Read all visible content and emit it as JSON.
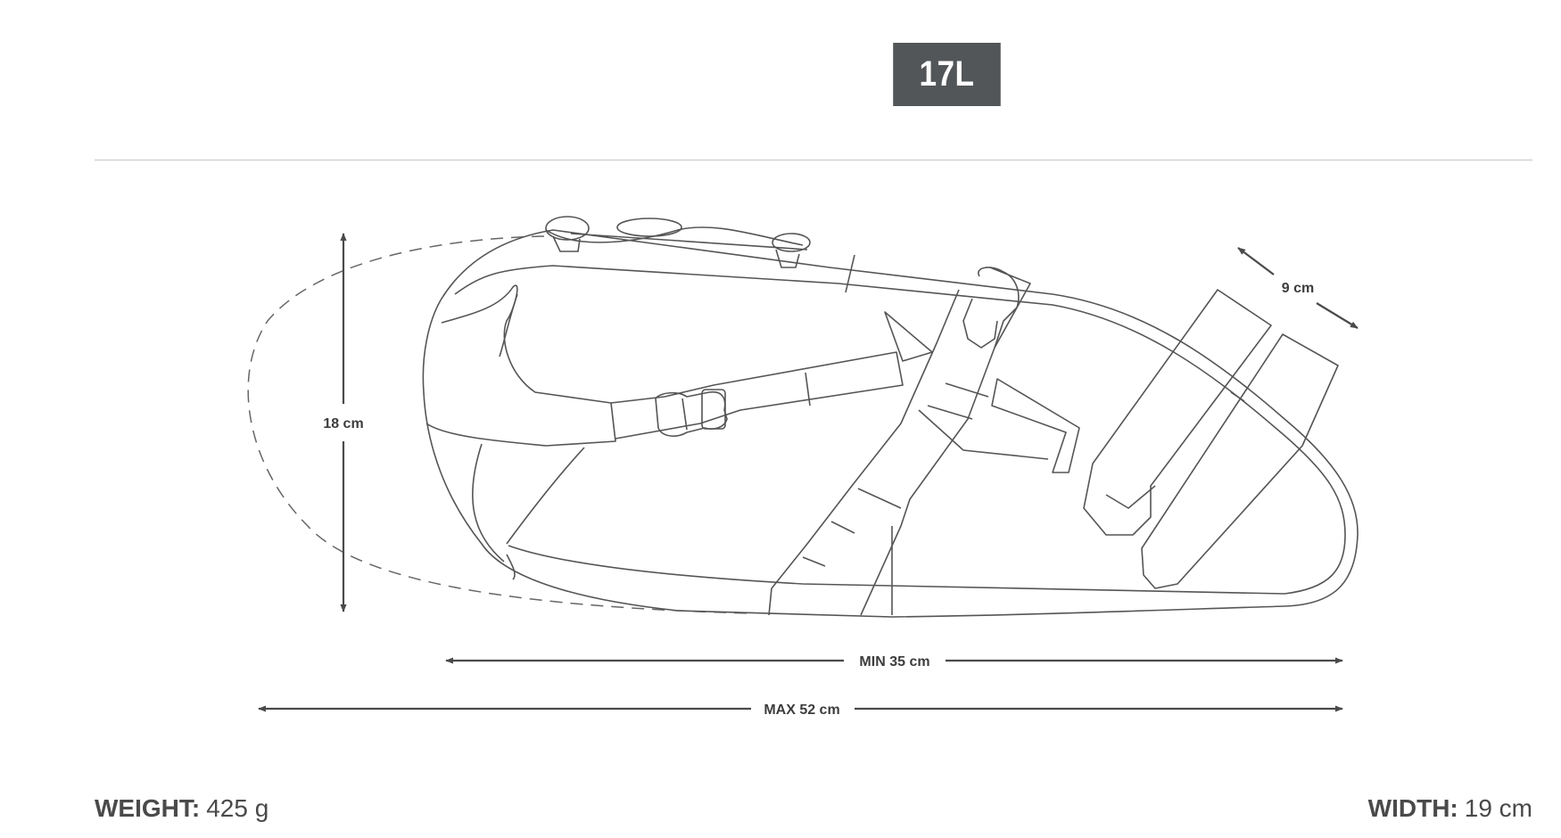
{
  "volume": "17L",
  "dimensions": {
    "height": "18 cm",
    "depth": "9 cm",
    "min_length": "MIN 35 cm",
    "max_length": "MAX 52 cm"
  },
  "specs": {
    "weight_label": "WEIGHT:",
    "weight_value": "425 g",
    "width_label": "WIDTH:",
    "width_value": "19 cm"
  },
  "colors": {
    "badge": "#535658",
    "outline": "#555555",
    "arrow": "#4a4a4a",
    "rule": "#c4c4c4"
  }
}
